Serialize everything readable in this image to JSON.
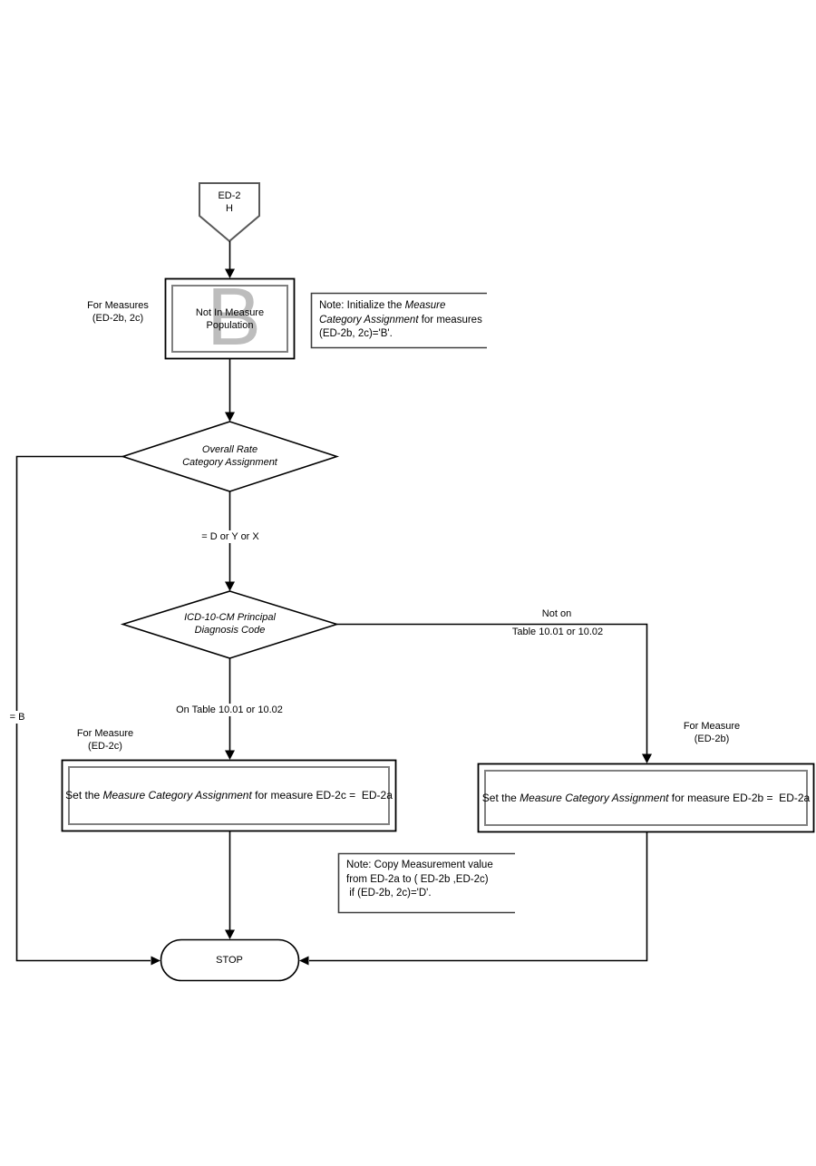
{
  "colors": {
    "background": "#ffffff",
    "text": "#000000",
    "line": "#000000",
    "inner_border": "#808080",
    "note_border": "#404040",
    "connector_stroke": "#595959",
    "watermark": "#bdbdbd"
  },
  "connector": {
    "line1": "ED-2",
    "line2": "H"
  },
  "start_box": {
    "watermark": "B",
    "line1": "Not In Measure",
    "line2": "Population",
    "label_line1": "For Measures",
    "label_line2": "(ED-2b, 2c)"
  },
  "note_initialize": {
    "part1": "Note: Initialize the ",
    "italic": "Measure Category Assignment",
    "part2": " for measures (ED-2b, 2c)='B'."
  },
  "diamond_overall": {
    "line1": "Overall Rate",
    "line2": "Category Assignment"
  },
  "diamond_icd": {
    "line1": "ICD-10-CM Principal",
    "line2": "Diagnosis Code"
  },
  "edges": {
    "eq_b": "= B",
    "d_or_y_or_x": "= D or Y or X",
    "on_table": "On Table 10.01 or 10.02",
    "not_on_line1": "Not on",
    "not_on_line2": "Table 10.01 or 10.02"
  },
  "box_2c": {
    "label_line1": "For Measure",
    "label_line2": "(ED-2c)",
    "part1": "Set the ",
    "italic": "Measure Category Assignment",
    "part2": " for measure ED-2c =  ED-2a"
  },
  "box_2b": {
    "label_line1": "For  Measure",
    "label_line2": "(ED-2b)",
    "part1": "Set the ",
    "italic": "Measure Category Assignment",
    "part2": " for measure ED-2b =  ED-2a"
  },
  "note_copy": {
    "line1": "Note: Copy Measurement value",
    "line2": "from ED-2a to ( ED-2b ,ED-2c)",
    "line3": " if (ED-2b, 2c)='D'."
  },
  "stop": {
    "label": "STOP"
  }
}
